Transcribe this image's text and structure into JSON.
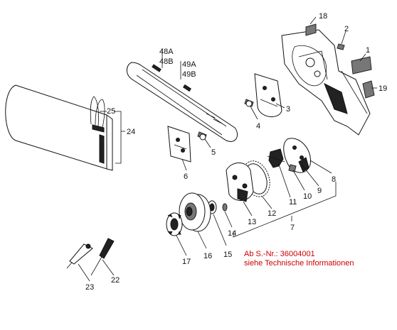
{
  "diagram": {
    "labels": {
      "p1": "1",
      "p2": "2",
      "p3": "3",
      "p4": "4",
      "p5": "5",
      "p6": "6",
      "p7": "7",
      "p8": "8",
      "p9": "9",
      "p10": "10",
      "p11": "11",
      "p12": "12",
      "p13": "13",
      "p14": "14",
      "p15": "15",
      "p16": "16",
      "p17": "17",
      "p18": "18",
      "p19": "19",
      "p22": "22",
      "p23": "23",
      "p24": "24",
      "p25": "25",
      "p48a": "48A",
      "p48b": "48B",
      "p49a": "49A",
      "p49b": "49B"
    },
    "note": {
      "line1": "Ab S.-Nr.: 36004001",
      "line2": "siehe Technische Informationen",
      "color": "#cc0000"
    }
  }
}
